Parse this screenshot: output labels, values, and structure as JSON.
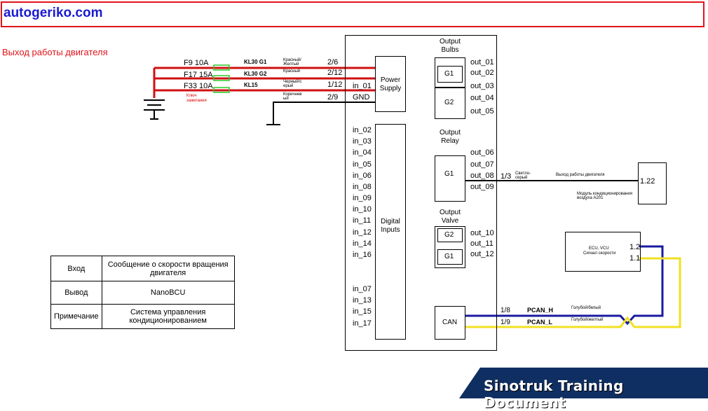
{
  "header": {
    "site": "autogeriko.com"
  },
  "title": "Выход работы двигателя",
  "fuses": [
    "F9 10A",
    "F17 15A",
    "F33 10A"
  ],
  "circuits": [
    "KL30 G1",
    "KL30 G2",
    "KL15"
  ],
  "wire_colors_left": [
    "Красный/ Желтый",
    "Красный",
    "Черный/с ерый",
    "Коричнев ый"
  ],
  "ignition_key": "Ключ зажигания",
  "connectors_left": [
    "2/6",
    "2/12",
    "1/12",
    "2/9"
  ],
  "power_pins": [
    "in_01",
    "GND"
  ],
  "power_supply": "Power Supply",
  "digital_inputs": "Digital Inputs",
  "inputs": [
    "in_02",
    "in_03",
    "in_04",
    "in_05",
    "in_06",
    "in_08",
    "in_09",
    "in_10",
    "in_11",
    "in_12",
    "in_14",
    "in_16",
    "in_07",
    "in_13",
    "in_15",
    "in_17"
  ],
  "output_bulbs": {
    "label": "Output Bulbs",
    "groups": [
      "G1",
      "G2"
    ],
    "pins": [
      "out_01",
      "out_02",
      "out_03",
      "out_04",
      "out_05"
    ]
  },
  "output_relay": {
    "label": "Output Relay",
    "groups": [
      "G1"
    ],
    "pins": [
      "out_06",
      "out_07",
      "out_08",
      "out_09"
    ]
  },
  "output_valve": {
    "label": "Output Valve",
    "groups": [
      "G2",
      "G1"
    ],
    "pins": [
      "out_10",
      "out_11",
      "out_12"
    ]
  },
  "can": "CAN",
  "relay_wire": {
    "connector": "1/3",
    "color": "Светло-серый",
    "signal": "Выход работы двигателя",
    "module": "Модуль кондиционирования воздуха A201",
    "pin": "1.22"
  },
  "ecu": {
    "name": "ECU, VCU",
    "signal": "Сигнал скорости",
    "pins": [
      "1.2",
      "1.1"
    ]
  },
  "can_wires": [
    {
      "connector": "1/8",
      "name": "PCAN_H",
      "color": "Голубой/белый"
    },
    {
      "connector": "1/9",
      "name": "PCAN_L",
      "color": "Голубой/желтый"
    }
  ],
  "table": [
    [
      "Вход",
      "Сообщение о скорости вращения двигателя"
    ],
    [
      "Вывод",
      "NanoBCU"
    ],
    [
      "Примечание",
      "Система управления кондиционированием"
    ]
  ],
  "banner": "Sinotruk Training Document",
  "colors": {
    "red": "#e0141a",
    "blue": "#1a1ad0",
    "can_h": "#1a1aa0",
    "can_l": "#f0e020",
    "banner": "#0f2f62"
  }
}
